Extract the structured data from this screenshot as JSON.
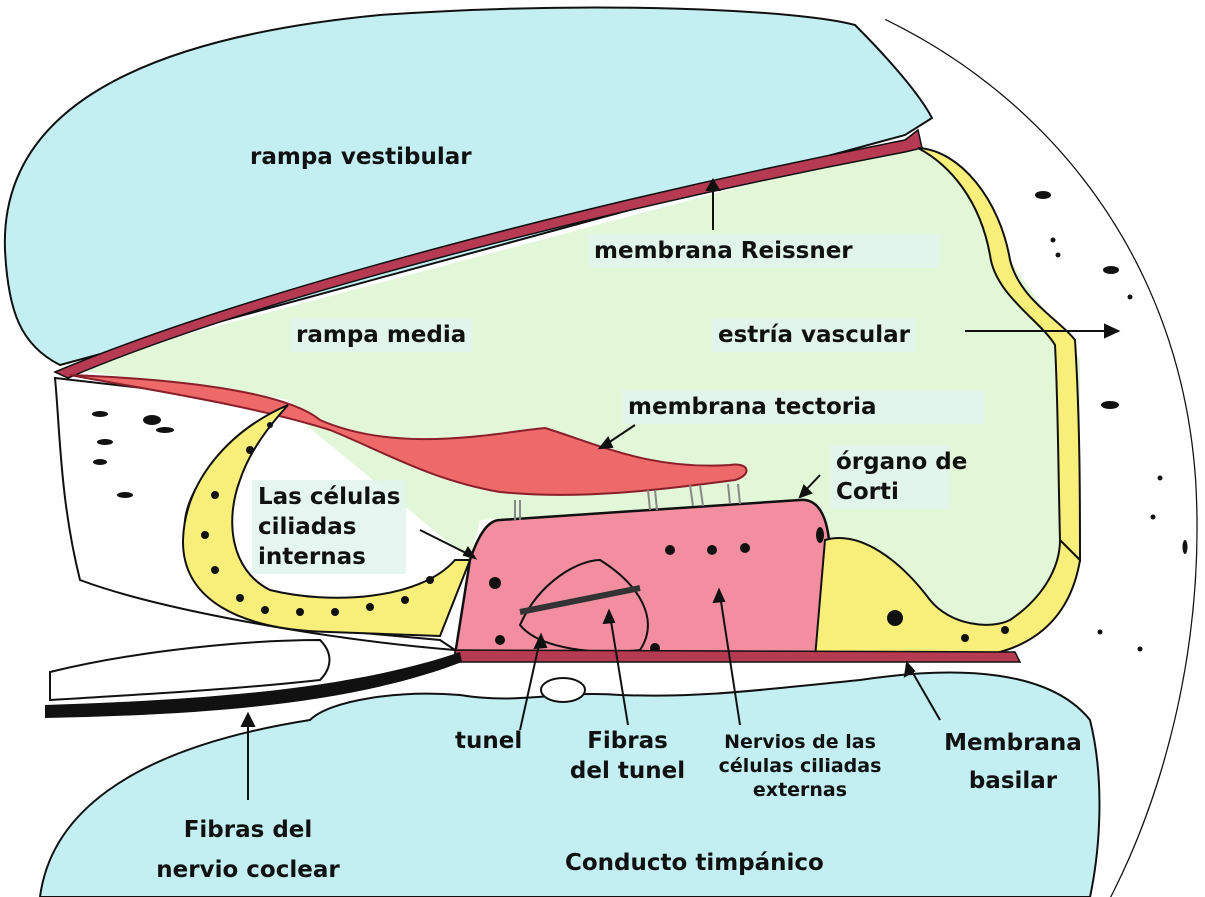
{
  "title": "Sección transversal del conducto coclear",
  "colors": {
    "scala_fluid": "#c3eff2",
    "media_fluid": "#e2f6d8",
    "membrane": "#b53a52",
    "tectorial": "#ee6a6a",
    "corti": "#f28ea0",
    "epithelium": "#f8ee7a",
    "outline": "#111111",
    "label_bg": "#e1f4ee"
  },
  "labels": {
    "rampa_vestibular": "rampa vestibular",
    "membrana_reissner": "membrana Reissner",
    "rampa_media": "rampa media",
    "estria_vascular": "estría vascular",
    "membrana_tectoria": "membrana tectoria",
    "organo_corti_1": "órgano de",
    "organo_corti_2": "Corti",
    "celulas_internas_1": "Las células",
    "celulas_internas_2": "ciliadas",
    "celulas_internas_3": "internas",
    "tunel": "tunel",
    "fibras_tunel_1": "Fibras",
    "fibras_tunel_2": "del tunel",
    "nervios_externas_1": "Nervios de las",
    "nervios_externas_2": "células ciliadas",
    "nervios_externas_3": "externas",
    "membrana_basilar_1": "Membrana",
    "membrana_basilar_2": "basilar",
    "fibras_nervio_1": "Fibras del",
    "fibras_nervio_2": "nervio coclear",
    "conducto_timpanico": "Conducto timpánico"
  }
}
